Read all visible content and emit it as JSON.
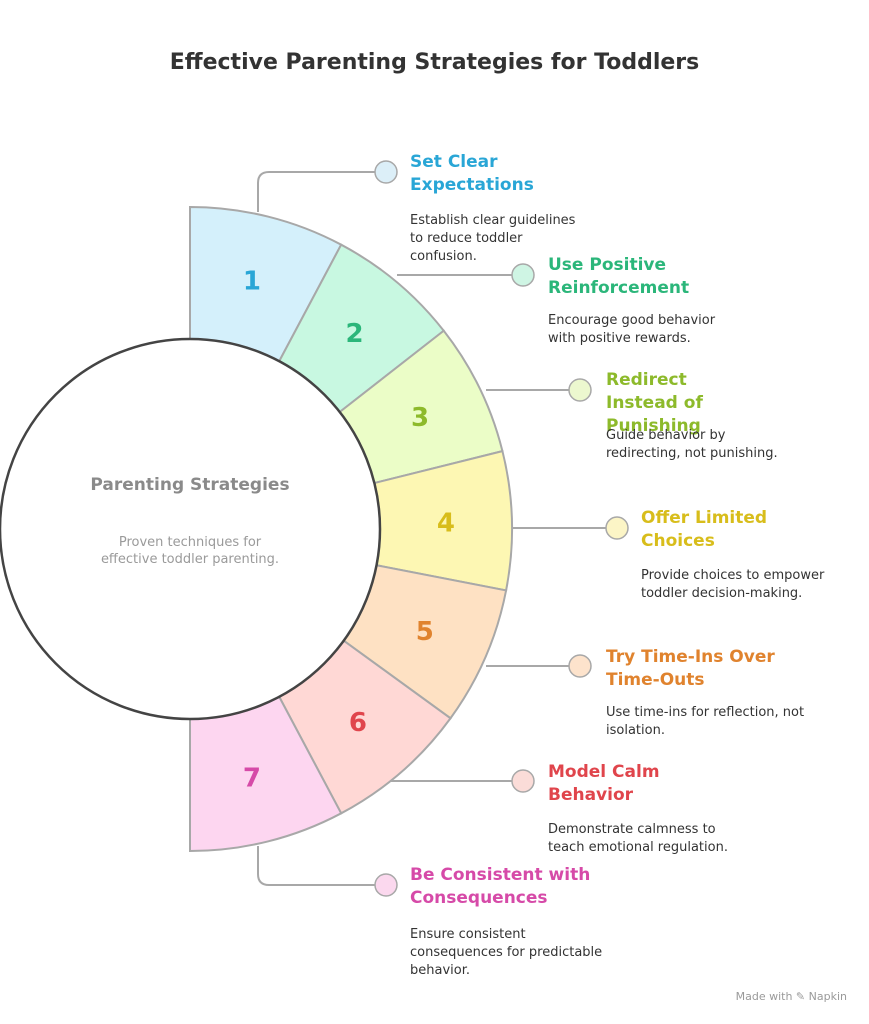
{
  "title": "Effective Parenting Strategies for Toddlers",
  "center": {
    "title": "Parenting Strategies",
    "description": "Proven techniques for effective toddler parenting."
  },
  "items": [
    {
      "number": "1",
      "title": "Set Clear Expectations",
      "description": "Establish clear guidelines to reduce toddler confusion.",
      "color": "#29a6d6",
      "fill": "#d4f0fb",
      "dot": "#dceff8"
    },
    {
      "number": "2",
      "title": "Use Positive Reinforcement",
      "description": "Encourage good behavior with positive rewards.",
      "color": "#2bb67a",
      "fill": "#c8f8e1",
      "dot": "#cff5e4"
    },
    {
      "number": "3",
      "title": "Redirect Instead of Punishing",
      "description": "Guide behavior by redirecting, not punishing.",
      "color": "#8dba2b",
      "fill": "#ebfdc7",
      "dot": "#ecf8cf"
    },
    {
      "number": "4",
      "title": "Offer Limited Choices",
      "description": "Provide choices to empower toddler decision-making.",
      "color": "#d8bd1b",
      "fill": "#fdf7b3",
      "dot": "#fcf5c6"
    },
    {
      "number": "5",
      "title": "Try Time-Ins Over Time-Outs",
      "description": "Use time-ins for reflection, not isolation.",
      "color": "#e0832e",
      "fill": "#fee1c3",
      "dot": "#fde3cc"
    },
    {
      "number": "6",
      "title": "Model Calm Behavior",
      "description": "Demonstrate calmness to teach emotional regulation.",
      "color": "#e0454c",
      "fill": "#ffd8d5",
      "dot": "#fbdcd8"
    },
    {
      "number": "7",
      "title": "Be Consistent with Consequences",
      "description": "Ensure consistent consequences for predictable behavior.",
      "color": "#d64aa8",
      "fill": "#fdd6f0",
      "dot": "#fbd8ee"
    }
  ],
  "footer": "Made with ✎ Napkin"
}
